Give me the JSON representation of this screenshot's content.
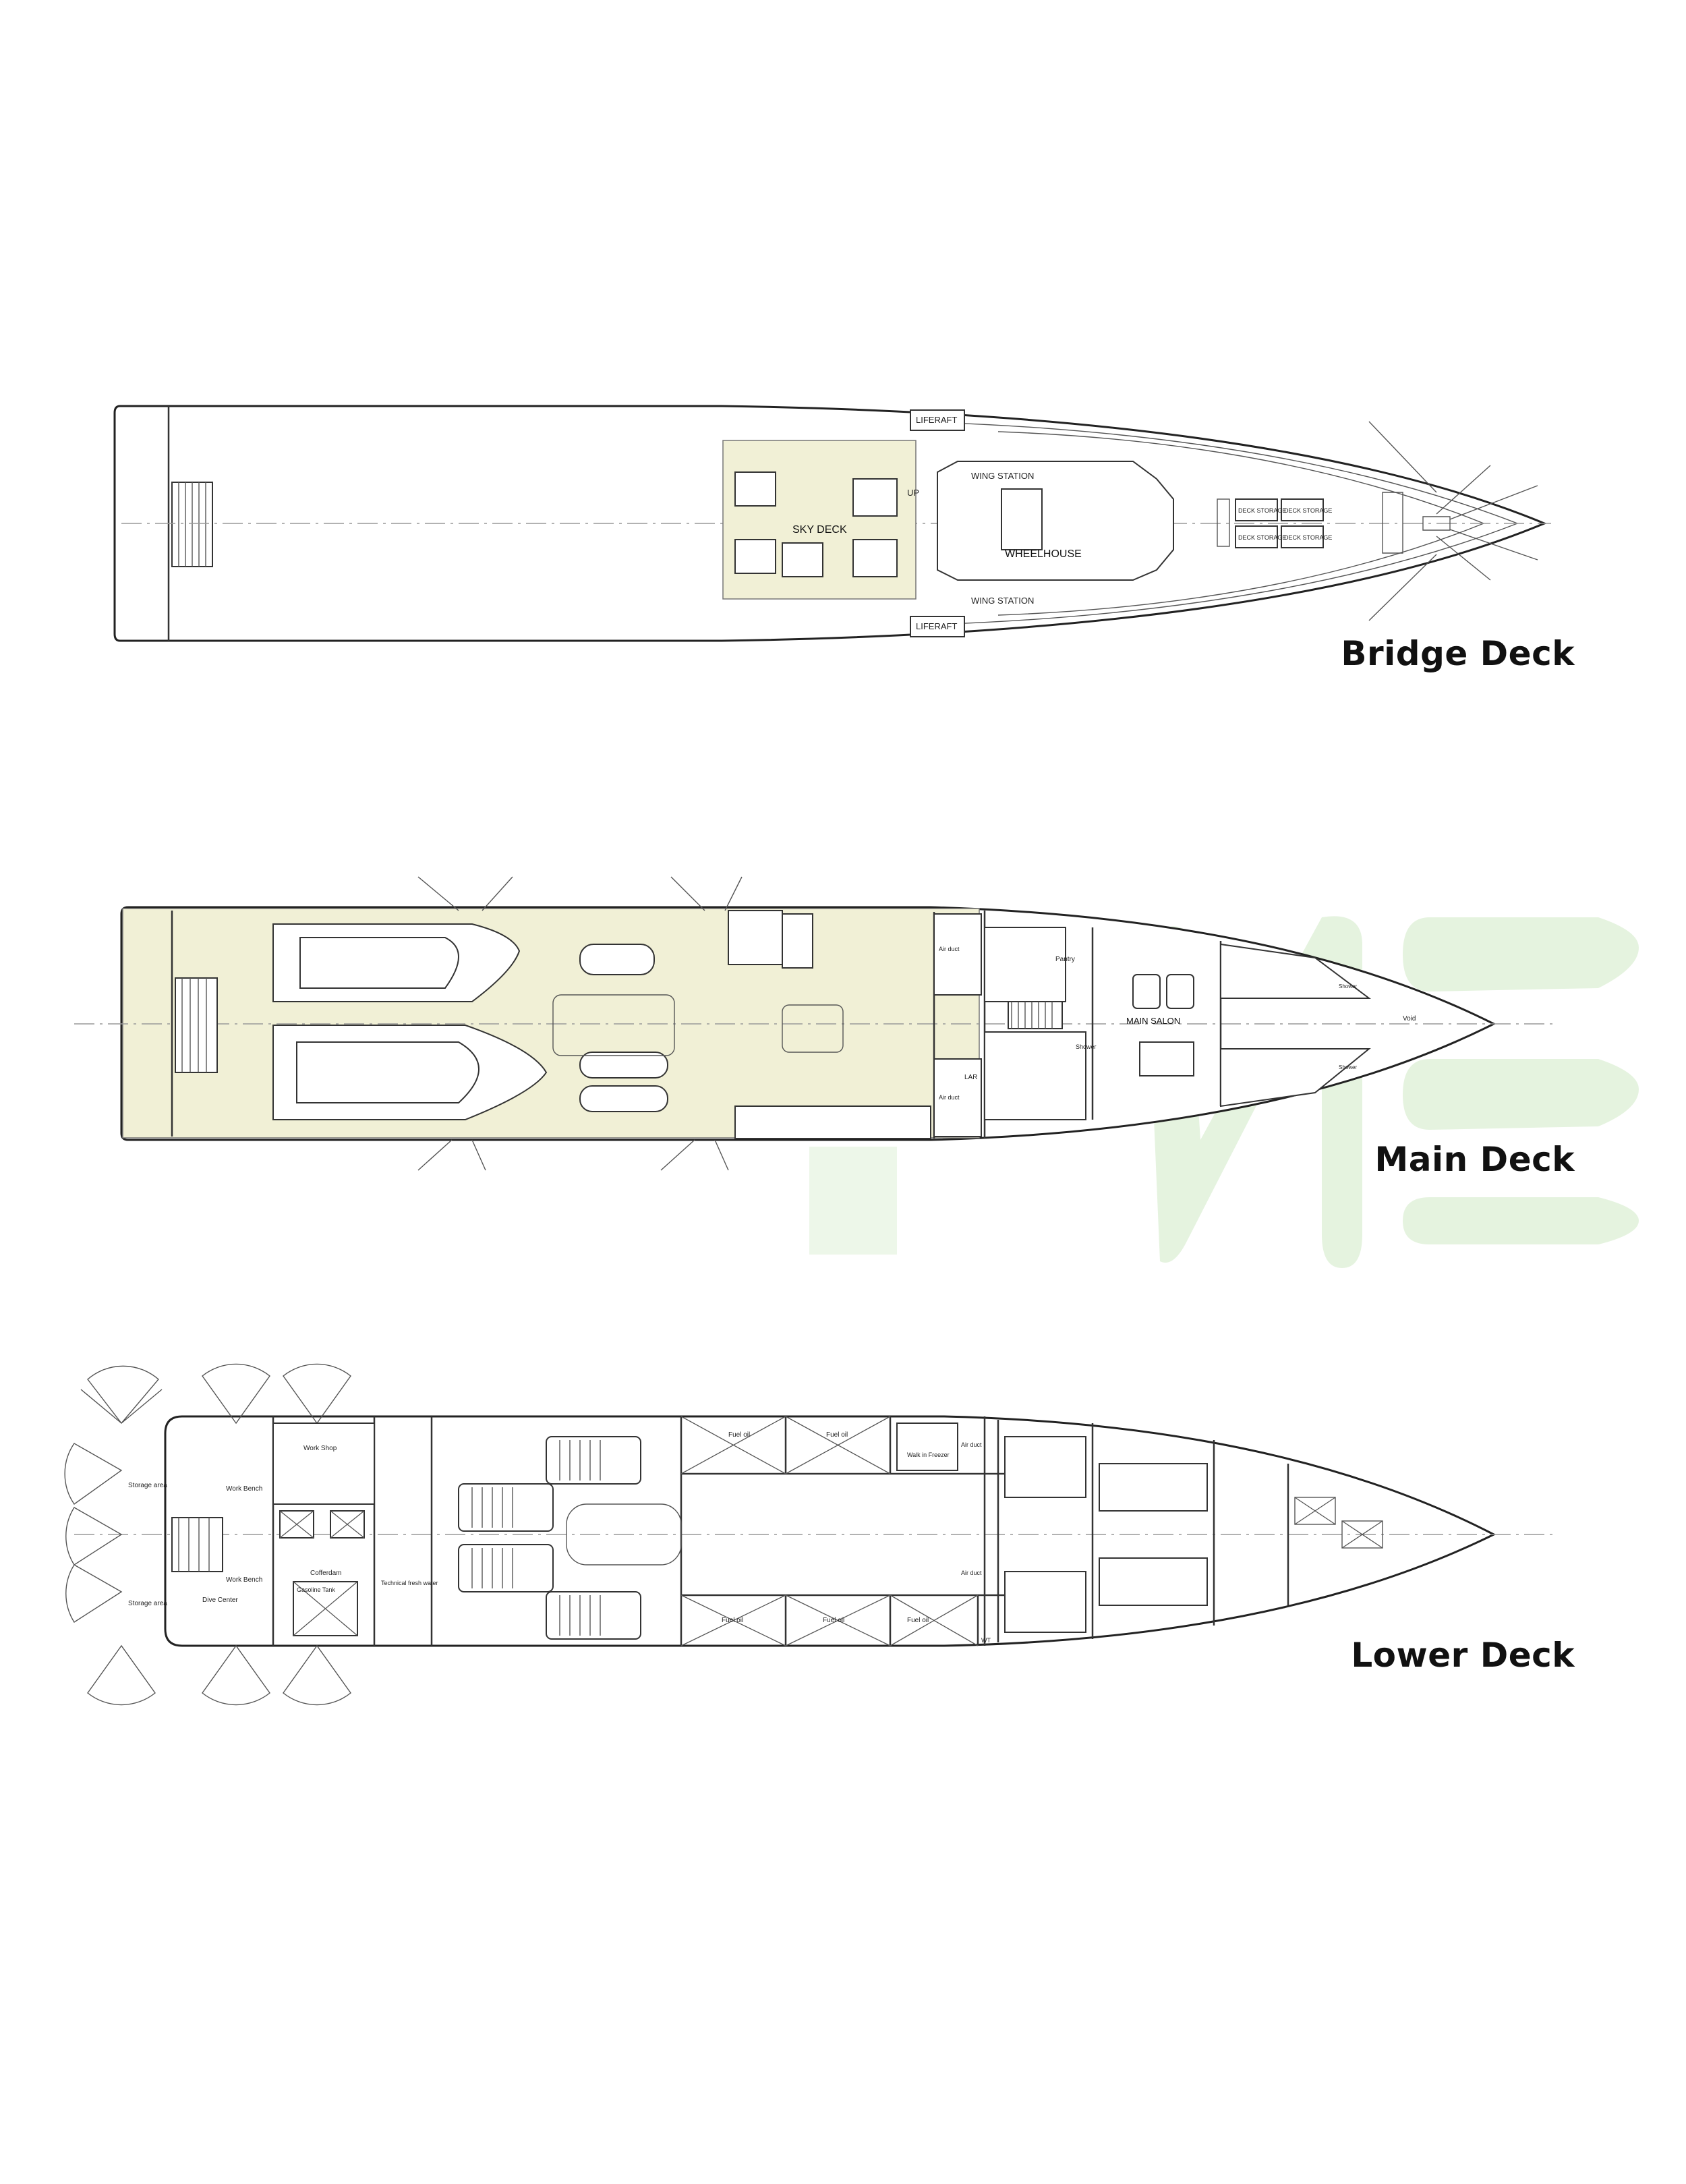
{
  "decks": {
    "bridge": {
      "title": "Bridge Deck",
      "labels": {
        "sky_deck": "SKY DECK",
        "wheelhouse": "WHEELHOUSE",
        "wing_station": "WING STATION",
        "liferaft": "LIFERAFT",
        "deck_storage": "DECK STORAGE",
        "up": "UP"
      }
    },
    "main": {
      "title": "Main Deck",
      "labels": {
        "main_salon": "MAIN SALON",
        "pantry": "Pantry",
        "shower": "Shower",
        "air_duct": "Air duct",
        "lar": "LAR",
        "void": "Void"
      }
    },
    "lower": {
      "title": "Lower Deck",
      "labels": {
        "storage_area": "Storage area",
        "work_bench": "Work Bench",
        "work_shop": "Work Shop",
        "dive_center": "Dive Center",
        "cofferdam": "Cofferdam",
        "gasoline_tank": "Gasoline Tank",
        "technical_fresh_water": "Technical fresh water",
        "fuel_oil": "Fuel oil",
        "walk_in_freezer": "Walk in Freezer",
        "air_duct": "Air duct",
        "wt": "WT"
      }
    }
  },
  "colors": {
    "teak": "#f1f0d6",
    "logo_green": "#e5f3df"
  }
}
